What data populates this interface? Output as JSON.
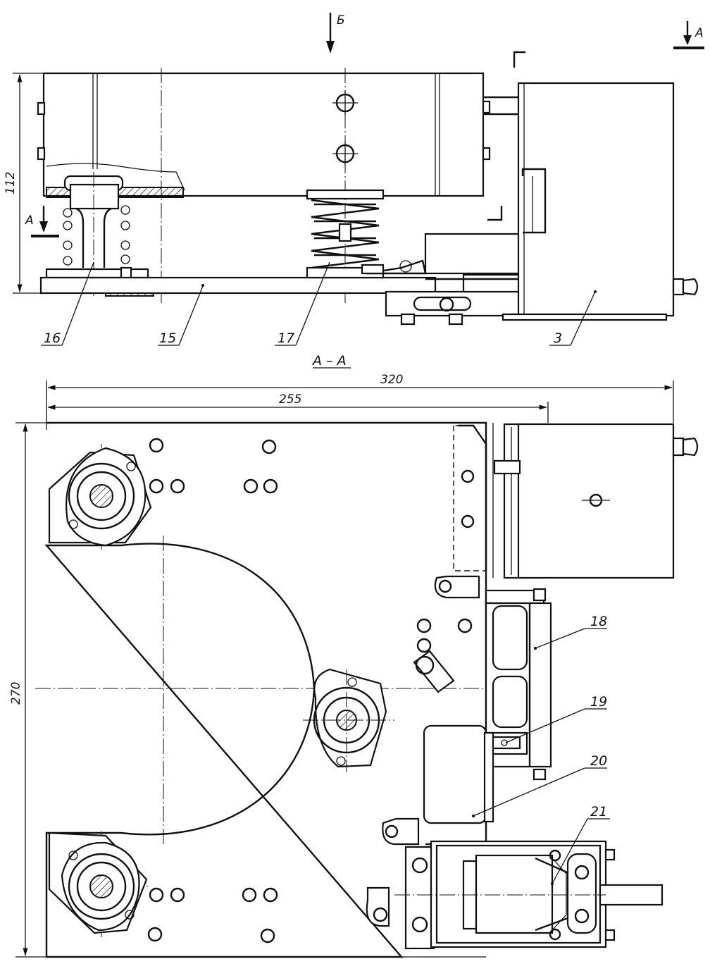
{
  "view_labels": {
    "view_b": "Б",
    "section_a_top": "А",
    "section_a_left": "А",
    "section_title": "А – А"
  },
  "dimensions": {
    "height_top": "112",
    "width_overall": "320",
    "width_base": "255",
    "height_section": "270"
  },
  "callouts": [
    "16",
    "15",
    "17",
    "3",
    "18",
    "19",
    "20",
    "21"
  ]
}
